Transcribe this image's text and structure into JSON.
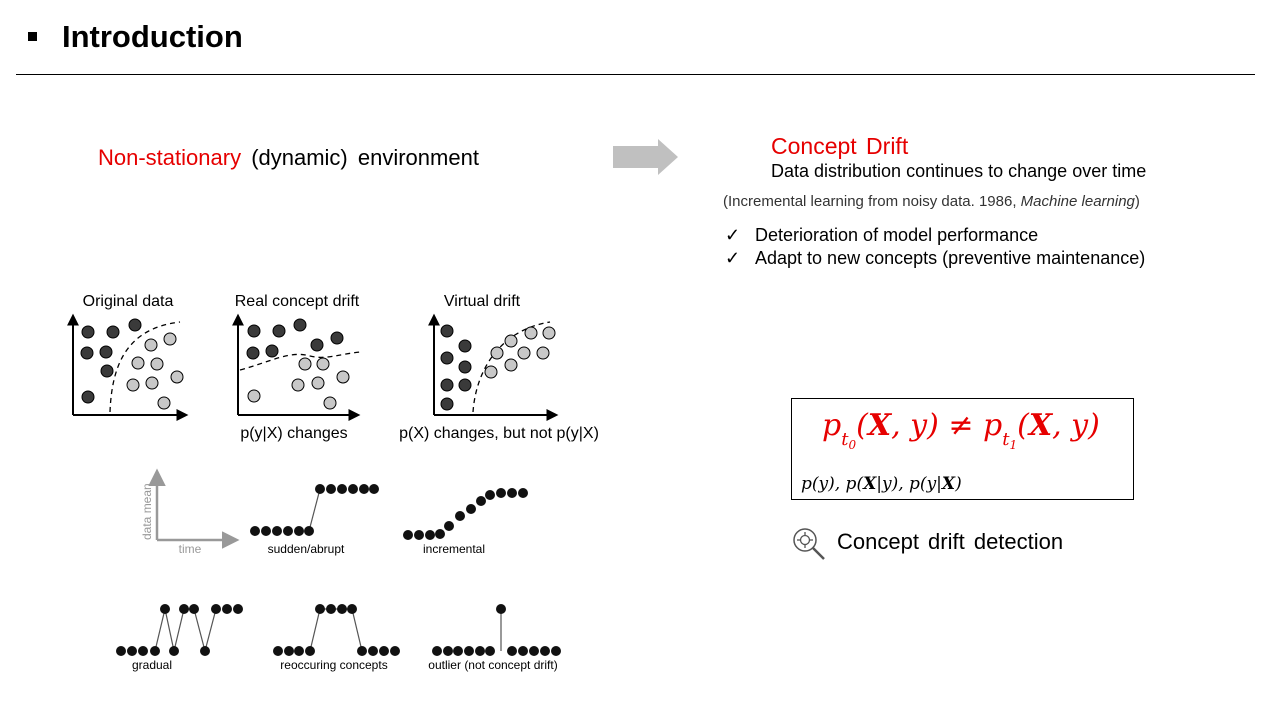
{
  "header": {
    "title": "Introduction"
  },
  "left": {
    "heading_red": "Non-stationary",
    "heading_black": " (dynamic) environment"
  },
  "right": {
    "concept_title": "Concept Drift",
    "concept_subtitle": "Data distribution continues to change over time",
    "reference_prefix": "(Incremental learning from noisy data. 1986, ",
    "reference_journal": "Machine learning",
    "reference_suffix": ")",
    "check_mark": "✓",
    "checks": [
      "Deterioration of model performance",
      "Adapt to new concepts (preventive maintenance)"
    ],
    "detection_label": "Concept drift detection"
  },
  "formula": {
    "main": "p_t0(X, y) ≠ p_t1(X, y)",
    "sub": "p(y), p(X|y), p(y|X)"
  },
  "figure_top": {
    "panels": [
      {
        "title": "Original data",
        "caption": ""
      },
      {
        "title": "Real concept drift",
        "caption": "p(y|X) changes"
      },
      {
        "title": "Virtual drift",
        "caption": "p(X) changes, but not p(y|X)"
      }
    ]
  },
  "figure_bottom": {
    "axis_y": "data mean",
    "axis_x": "time",
    "patterns": [
      "sudden/abrupt",
      "incremental",
      "gradual",
      "reoccuring concepts",
      "outlier (not concept drift)"
    ]
  },
  "colors": {
    "accent_red": "#e60000",
    "dark_point": "#3a3a3a",
    "light_point": "#c8c8c8",
    "arrow_gray": "#c0c0c0"
  }
}
